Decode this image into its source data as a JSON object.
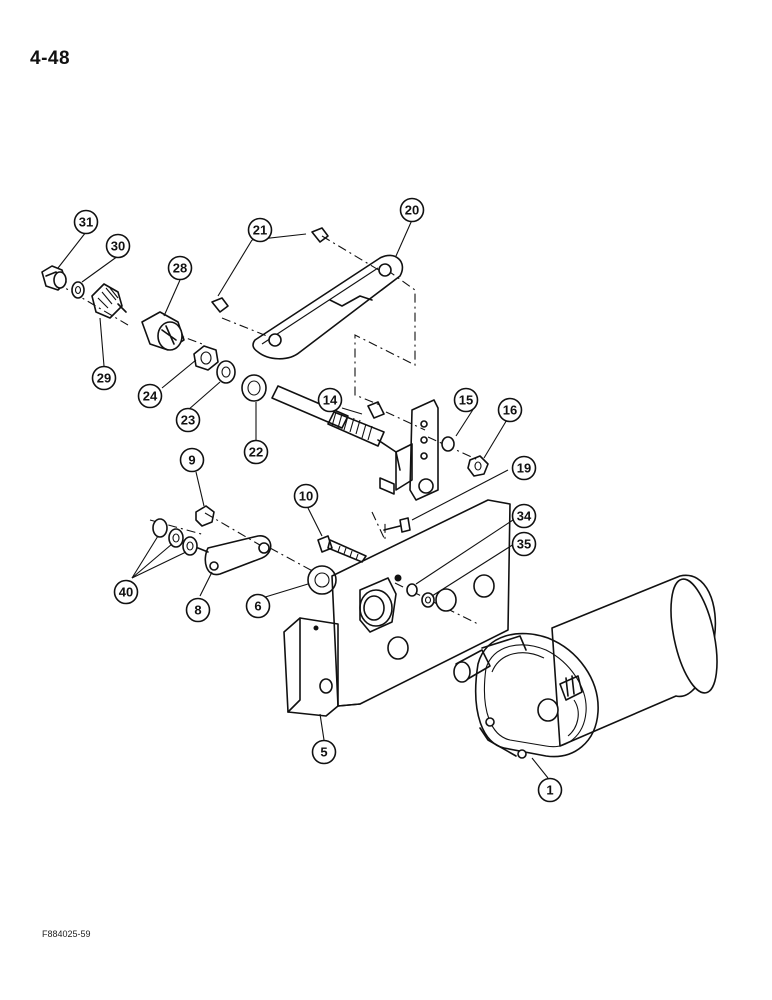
{
  "page": {
    "number": "4-48",
    "figure_code": "F884025-59"
  },
  "callouts": [
    "31",
    "30",
    "28",
    "21",
    "20",
    "29",
    "24",
    "23",
    "22",
    "14",
    "15",
    "16",
    "9",
    "10",
    "19",
    "34",
    "35",
    "40",
    "8",
    "6",
    "5",
    "1"
  ],
  "icons": [
    "wiper-motor",
    "mounting-bracket",
    "crank-arm",
    "drive-shaft",
    "linkage-plate"
  ]
}
